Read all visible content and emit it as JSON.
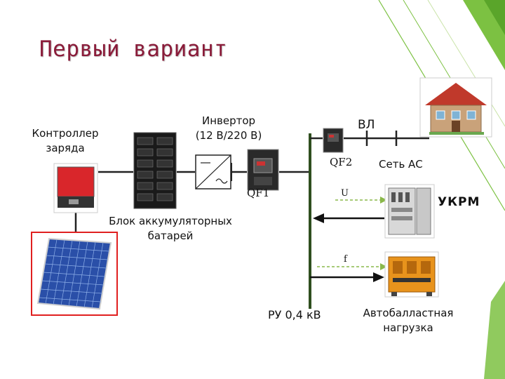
{
  "slide": {
    "title": "Первый вариант"
  },
  "labels": {
    "controller": "Контроллер\nзаряда",
    "inverter": "Инвертор\n(12 В/220 В)",
    "vl": "ВЛ",
    "qf2": "QF2",
    "qf1": "QF1",
    "grid": "Сеть АС",
    "u": "U",
    "ukrm": "УКРМ",
    "battery": "Блок аккумуляторных\nбатарей",
    "f": "f",
    "ru": "РУ 0,4 кВ",
    "ballast": "Автобалластная\nнагрузка"
  },
  "colors": {
    "title": "#8a1c3a",
    "accent_green": "#7cc142",
    "red_frame": "#e02020",
    "controller_red": "#d9262b",
    "panel_blue": "#2a4fa8",
    "ballast_orange": "#e8931c"
  },
  "icons": [
    "house-icon",
    "solar-panel-icon",
    "charge-controller-icon",
    "battery-rack-icon",
    "inverter-symbol-icon",
    "circuit-breaker-icon",
    "switchgear-cabinet-icon",
    "load-bank-icon"
  ]
}
